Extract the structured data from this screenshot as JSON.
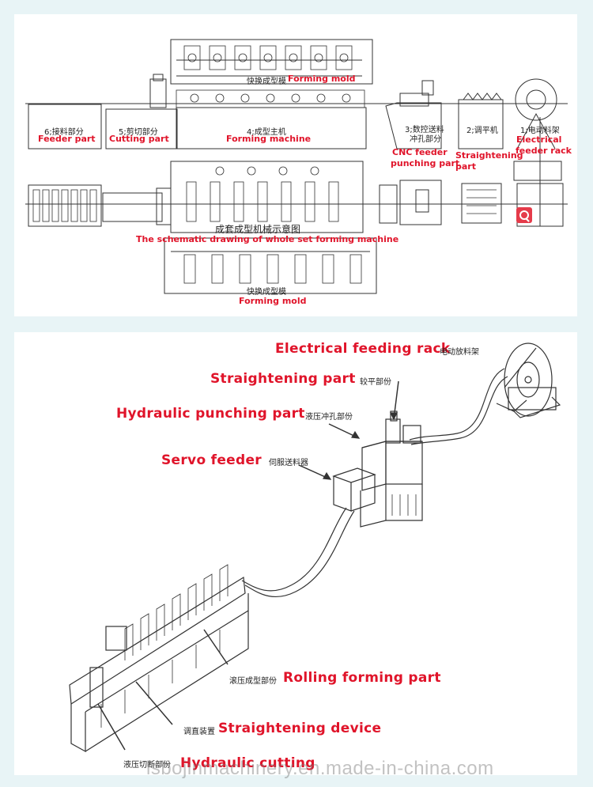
{
  "top": {
    "mold_top_cn": "快换成型模",
    "mold_top_en": "Forming mold",
    "feeder_cn": "6;接料部分",
    "feeder_en": "Feeder part",
    "cutting_cn": "5;剪切部分",
    "cutting_en": "Cutting part",
    "forming_cn": "4;成型主机",
    "forming_en": "Forming machine",
    "cnc_cn_1": "3;数控送料",
    "cnc_cn_2": "冲孔部分",
    "cnc_en_1": "CNC feeder",
    "cnc_en_2": "punching part",
    "straight_cn": "2;调平机",
    "straight_en_1": "Straightening",
    "straight_en_2": "part",
    "rack_cn": "1;电动料架",
    "rack_en_1": "Electrical",
    "rack_en_2": "feeder rack",
    "schematic_cn": "成套成型机械示意图",
    "schematic_en": "The schematic drawing of whole set forming machine",
    "mold_bottom_cn": "快换成型模",
    "mold_bottom_en": "Forming mold"
  },
  "bottom": {
    "rack_en": "Electrical feeding rack",
    "rack_cn": "电动放料架",
    "straight_en": "Straightening part",
    "straight_cn": "较平部份",
    "punch_en": "Hydraulic punching part",
    "punch_cn": "液压冲孔部份",
    "servo_en": "Servo feeder",
    "servo_cn": "伺服送料器",
    "rolling_cn": "滚压成型部份",
    "rolling_en": "Rolling forming part",
    "device_cn": "调直装置",
    "device_en": "Straightening device",
    "cutting_cn": "液压切断部份",
    "cutting_en": "Hydraulic cutting"
  },
  "watermark": "lsbojinmachinery.en.made-in-china.com",
  "colors": {
    "label_red": "#e0142a",
    "background": "#e8f4f6",
    "line": "#333333"
  }
}
